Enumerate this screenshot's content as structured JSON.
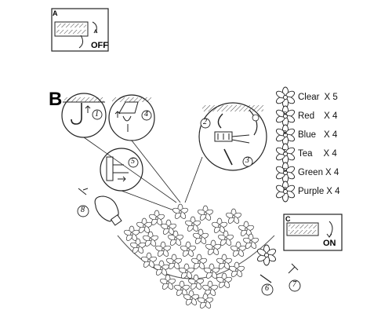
{
  "panel_a": {
    "letter": "A",
    "switch_label": "OFF"
  },
  "section_b": {
    "letter": "B"
  },
  "switch_c": {
    "letter": "C",
    "switch_label": "ON"
  },
  "steps": [
    "1",
    "2",
    "3",
    "4",
    "5",
    "6",
    "7",
    "8"
  ],
  "legend": [
    {
      "name": "Clear",
      "qty": "X 5",
      "marker": ""
    },
    {
      "name": "Red",
      "qty": "X 4",
      "marker": "R"
    },
    {
      "name": "Blue",
      "qty": "X 4",
      "marker": "B"
    },
    {
      "name": "Tea",
      "qty": "X 4",
      "marker": "T"
    },
    {
      "name": "Green",
      "qty": "X 4",
      "marker": "G"
    },
    {
      "name": "Purple",
      "qty": "X 4",
      "marker": "P"
    }
  ],
  "colors": {
    "line": "#222222",
    "background": "#ffffff",
    "hatch": "#444444"
  }
}
